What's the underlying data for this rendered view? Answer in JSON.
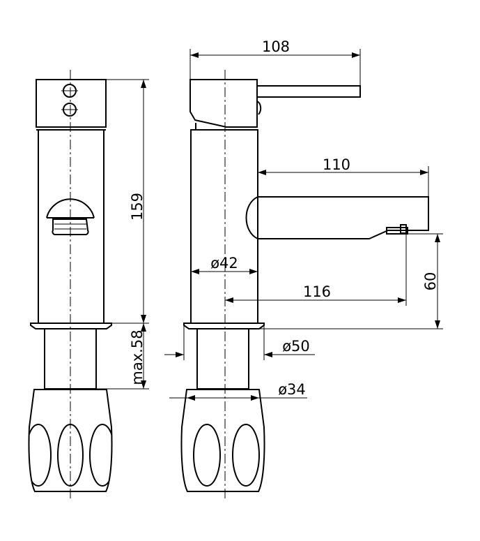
{
  "dimensions": {
    "overall_width": "108",
    "spout_reach": "110",
    "height": "159",
    "body_diameter": "ø42",
    "outlet_reach": "116",
    "outlet_height": "60",
    "max_deck_thickness": "max.58",
    "base_diameter": "ø50",
    "shank_diameter": "ø34"
  }
}
